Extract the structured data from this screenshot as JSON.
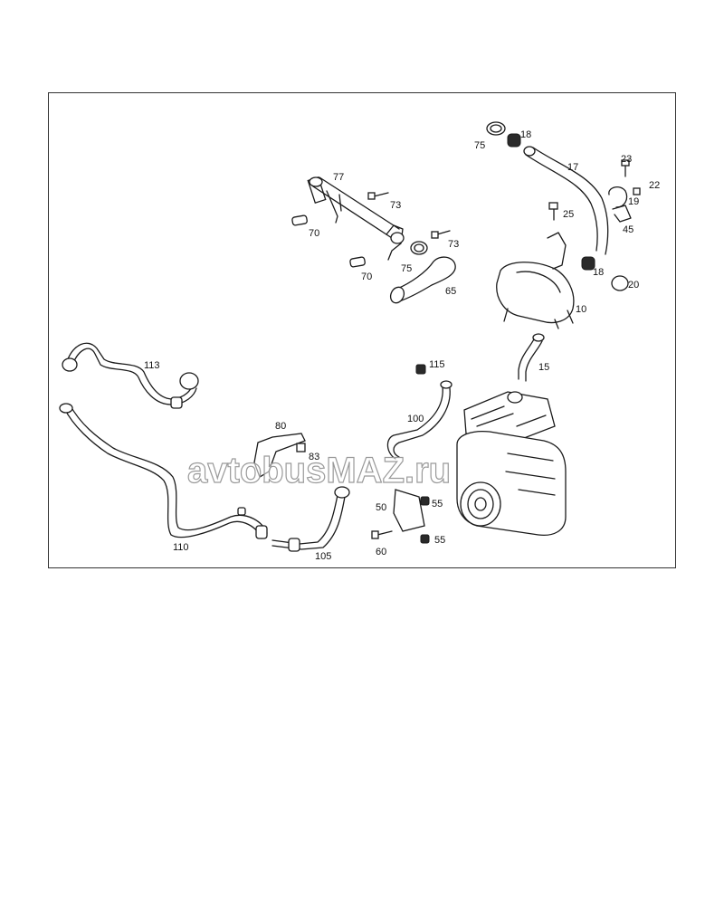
{
  "watermark": "avtobusMAZ.ru",
  "callouts": {
    "c10": "10",
    "c15": "15",
    "c17": "17",
    "c18a": "18",
    "c18b": "18",
    "c19": "19",
    "c20": "20",
    "c22": "22",
    "c23": "23",
    "c25": "25",
    "c45": "45",
    "c50": "50",
    "c55a": "55",
    "c55b": "55",
    "c60": "60",
    "c65": "65",
    "c70a": "70",
    "c70b": "70",
    "c73a": "73",
    "c73b": "73",
    "c75a": "75",
    "c75b": "75",
    "c77": "77",
    "c80": "80",
    "c83": "83",
    "c100": "100",
    "c105": "105",
    "c110": "110",
    "c113": "113",
    "c115": "115"
  },
  "colors": {
    "line": "#1a1a1a",
    "frame": "#333333",
    "background": "#ffffff"
  }
}
